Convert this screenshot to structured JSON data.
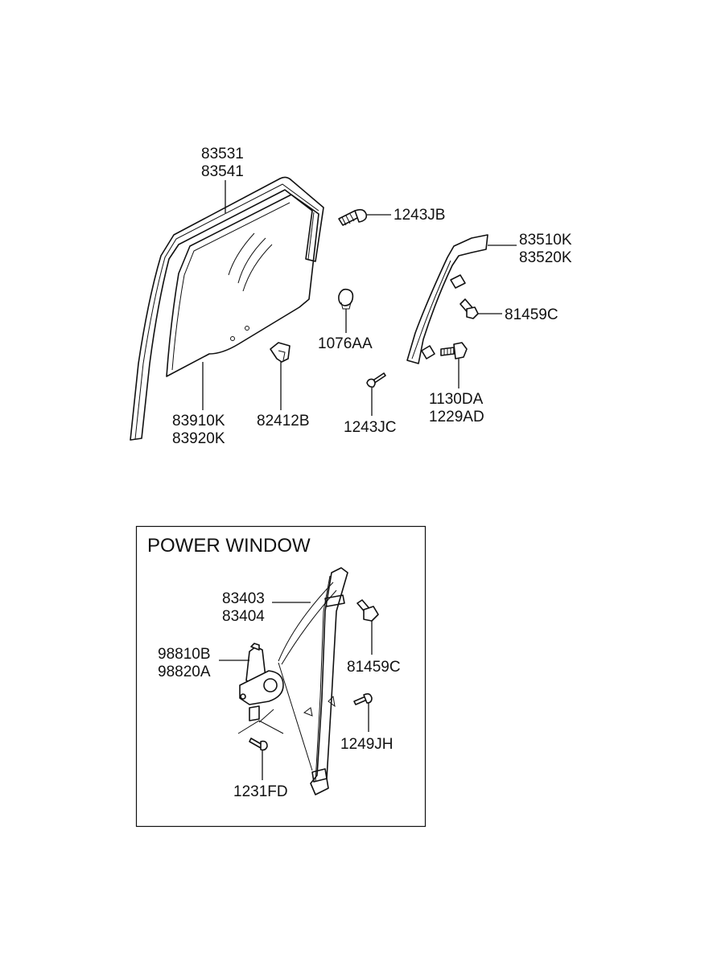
{
  "labels": {
    "p83531": "83531",
    "p83541": "83541",
    "p1243JB": "1243JB",
    "p83510K": "83510K",
    "p83520K": "83520K",
    "p81459C_top": "81459C",
    "p1076AA": "1076AA",
    "p1130DA": "1130DA",
    "p1229AD": "1229AD",
    "p83910K": "83910K",
    "p83920K": "83920K",
    "p82412B": "82412B",
    "p1243JC": "1243JC"
  },
  "power_window": {
    "title": "POWER WINDOW",
    "labels": {
      "p83403": "83403",
      "p83404": "83404",
      "p98810B": "98810B",
      "p98820A": "98820A",
      "p81459C": "81459C",
      "p1249JH": "1249JH",
      "p1231FD": "1231FD"
    }
  },
  "colors": {
    "line": "#111111",
    "background": "#ffffff"
  }
}
